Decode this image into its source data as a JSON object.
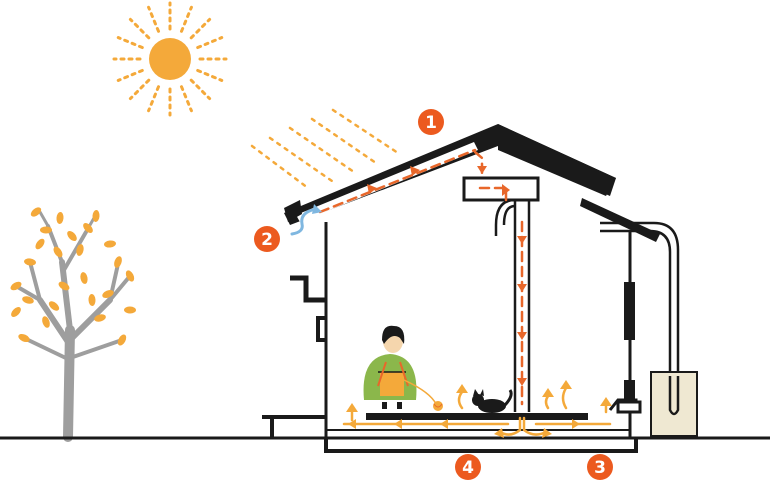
{
  "colors": {
    "sun": "#f4a93a",
    "sun_rays": "#f4a93a",
    "solar_rays": "#f4a93a",
    "warm_air": "#e8672a",
    "fresh_air": "#f4a93a",
    "cool_air": "#7fb7e0",
    "badge": "#ec5a1f",
    "tree_trunk": "#9e9e9e",
    "leaves": "#f4a93a",
    "structure": "#1a1a1a",
    "tank": "#efe8d2"
  },
  "icons": {
    "sun": "sun-icon",
    "tree": "tree-icon",
    "person": "person-knitting-icon",
    "cat": "cat-icon",
    "yarn": "yarn-ball-icon"
  },
  "badges": [
    {
      "label": "1",
      "name": "badge-1"
    },
    {
      "label": "2",
      "name": "badge-2"
    },
    {
      "label": "3",
      "name": "badge-3"
    },
    {
      "label": "4",
      "name": "badge-4"
    }
  ]
}
